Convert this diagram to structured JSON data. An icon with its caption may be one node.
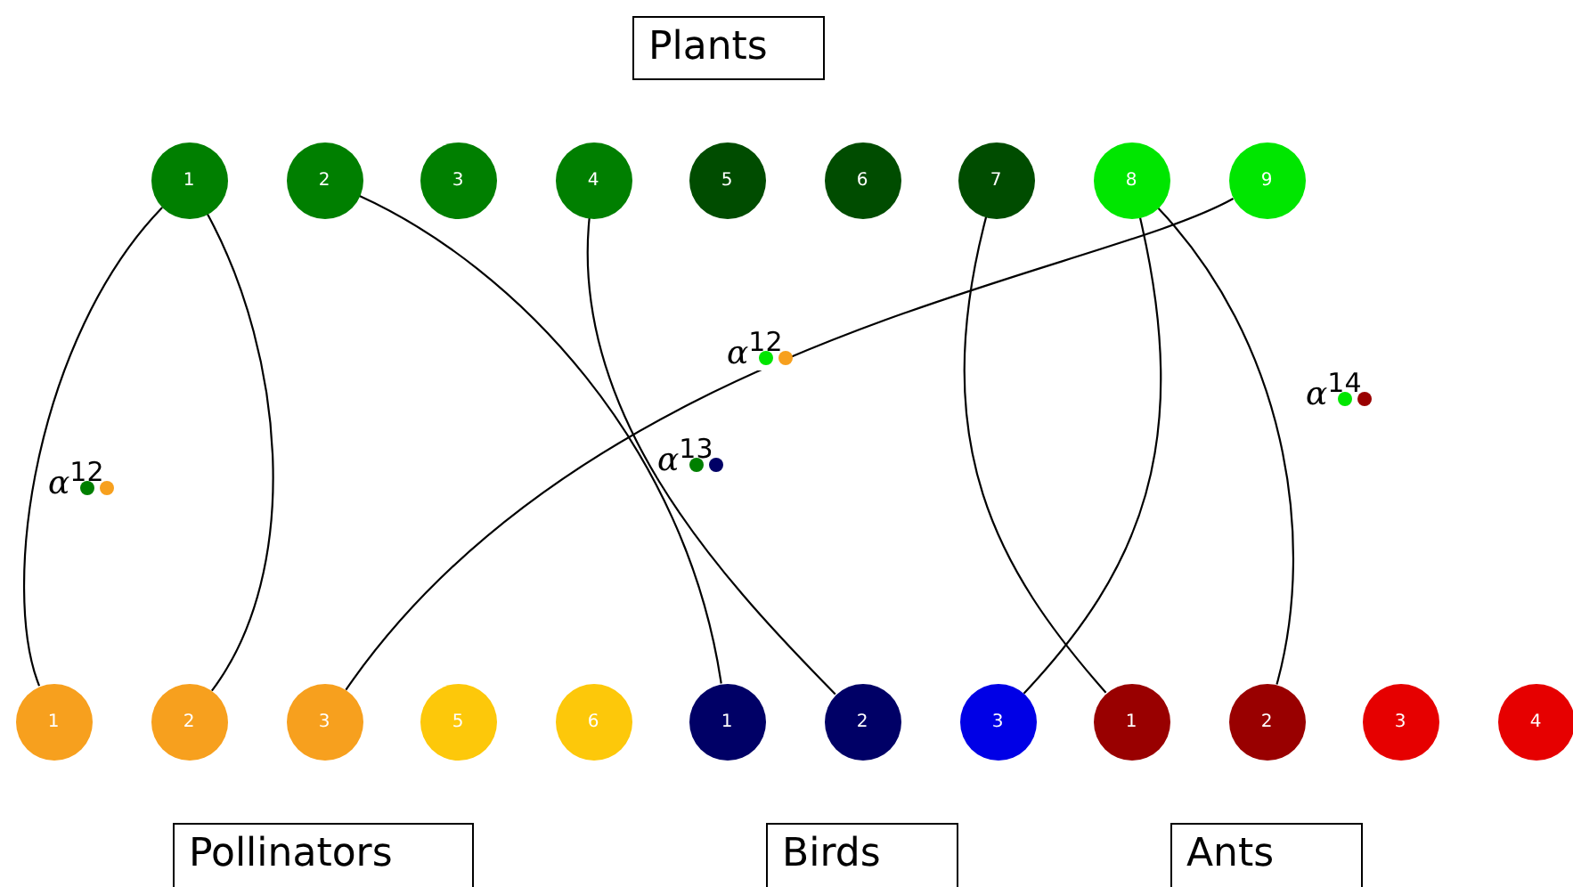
{
  "diagram": {
    "nodes": [
      {
        "text": [
          "Plants"
        ]
      },
      {
        "text": [
          "1"
        ]
      },
      {
        "text": [
          "2"
        ]
      },
      {
        "text": [
          "3"
        ]
      },
      {
        "text": [
          "4"
        ]
      },
      {
        "text": [
          "5"
        ]
      },
      {
        "text": [
          "6"
        ]
      },
      {
        "text": [
          "7"
        ]
      },
      {
        "text": [
          "8"
        ]
      },
      {
        "text": [
          "9"
        ]
      },
      {
        "text": [
          "1"
        ]
      },
      {
        "text": [
          "2"
        ]
      },
      {
        "text": [
          "3"
        ]
      },
      {
        "text": [
          "5"
        ]
      },
      {
        "text": [
          "6"
        ]
      },
      {
        "text": [
          "1"
        ]
      },
      {
        "text": [
          "2"
        ]
      },
      {
        "text": [
          "3"
        ]
      },
      {
        "text": [
          "1"
        ]
      },
      {
        "text": [
          "2"
        ]
      },
      {
        "text": [
          "3"
        ]
      },
      {
        "text": [
          "4"
        ]
      },
      {
        "text": [
          "Pollinators"
        ]
      },
      {
        "text": [
          "Birds"
        ]
      },
      {
        "text": [
          "Ants"
        ]
      }
    ],
    "edges": [
      {
        "from": 1,
        "to": 10,
        "arrow": "none"
      },
      {
        "from": 1,
        "to": 11,
        "arrow": "none"
      },
      {
        "from": 2,
        "to": 15,
        "arrow": "none"
      },
      {
        "from": 4,
        "to": 16,
        "arrow": "none"
      },
      {
        "from": 9,
        "to": 12,
        "arrow": "none"
      },
      {
        "from": 7,
        "to": 18,
        "arrow": "none"
      },
      {
        "from": 8,
        "to": 17,
        "arrow": "none"
      },
      {
        "from": 8,
        "to": 19,
        "arrow": "none"
      }
    ],
    "labels": [
      "α$^{12}$",
      "α$^{12}$",
      "α$^{13}$",
      "α$^{14}$"
    ]
  }
}
